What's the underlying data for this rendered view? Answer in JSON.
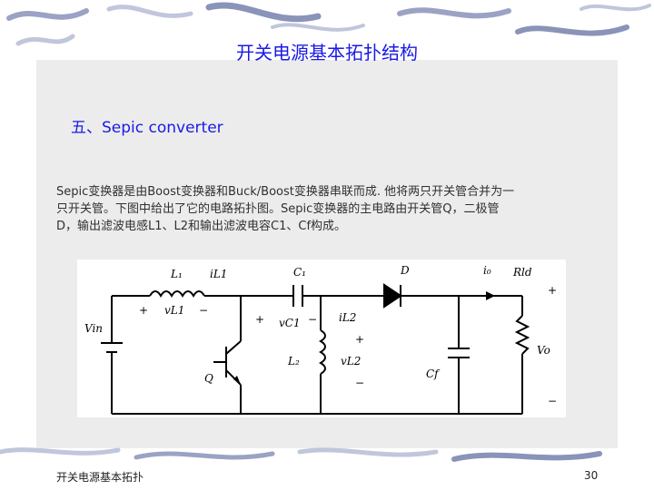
{
  "slide": {
    "title": "开关电源基本拓扑结构",
    "section": "五、Sepic converter",
    "paragraph": [
      "Sepic变换器是由Boost变换器和Buck/Boost变换器串联而成. 他将两只开关管合并为一",
      "只开关管。下图中给出了它的电路拓扑图。Sepic变换器的主电路由开关管Q，二极管",
      "D，输出滤波电感L1、L2和输出滤波电容C1、Cf构成。"
    ],
    "footer_left": "开关电源基本拓扑",
    "page_number": "30"
  },
  "circuit": {
    "labels": {
      "L1": "L₁",
      "iL1": "iL1",
      "vL1": "vL1",
      "C1": "C₁",
      "vC1": "vC1",
      "D": "D",
      "io": "i₀",
      "Rld": "Rld",
      "Vin": "Vin",
      "Q": "Q",
      "iL2": "iL2",
      "vL2": "vL2",
      "L2": "L₂",
      "Cf": "Cf",
      "Vo": "Vo",
      "plus": "+",
      "minus": "−"
    }
  },
  "colors": {
    "title_blue": "#1a1ae6",
    "text_gray": "#303030",
    "content_bg": "#ececec",
    "wave_blue": "#8a93b8"
  }
}
